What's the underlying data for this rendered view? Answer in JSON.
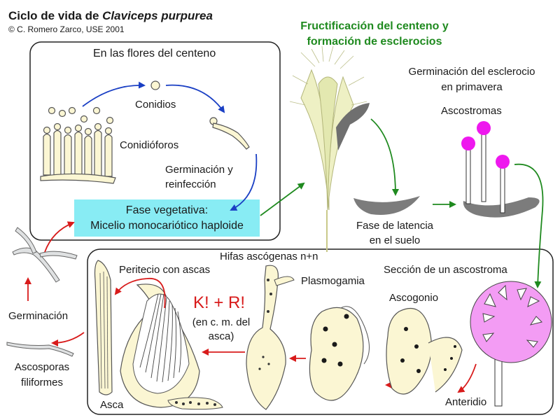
{
  "title": {
    "prefix": "Ciclo de vida de ",
    "species": "Claviceps purpurea",
    "credit": "© C. Romero Zarco, USE 2001"
  },
  "stages": {
    "flowers_box_title": "En las flores del centeno",
    "conidia": "Conidios",
    "conidiophores": "Conidióforos",
    "germination_reinfection": [
      "Germinación y",
      "reinfección"
    ],
    "vegetative_phase": [
      "Fase vegetativa:",
      "Micelio monocariótico haploide"
    ],
    "fructification": [
      "Fructificación del centeno y",
      "formación de esclerocios"
    ],
    "sclerotium_germination": [
      "Germinación del esclerocio",
      "en primavera"
    ],
    "ascostromas": "Ascostromas",
    "latency": [
      "Fase de latencia",
      "en el suelo"
    ],
    "ascogenous_hyphae": "Hifas ascógenas n+n",
    "perithecium": "Peritecio con ascas",
    "stroma_section": "Sección de un ascostroma",
    "plasmogamy": "Plasmogamia",
    "ascogonium": "Ascogonio",
    "karyogamy_meiosis": "K! + R!",
    "in_ascus": [
      "(en c. m. del",
      "asca)"
    ],
    "germination": "Germinación",
    "ascospores": [
      "Ascosporas",
      "filiformes"
    ],
    "ascus": "Asca",
    "antheridium": "Anteridio"
  },
  "colors": {
    "arrow_blue": "#1a3fc4",
    "arrow_green": "#1f8a1f",
    "arrow_red": "#d81b1b",
    "cell_fill": "#fbf6d3",
    "vegetative_box": "#88ecf4",
    "ascostroma_head": "#ee18ee",
    "stroma_section": "#f39cf4",
    "sclerotium": "#7c7c7c"
  }
}
